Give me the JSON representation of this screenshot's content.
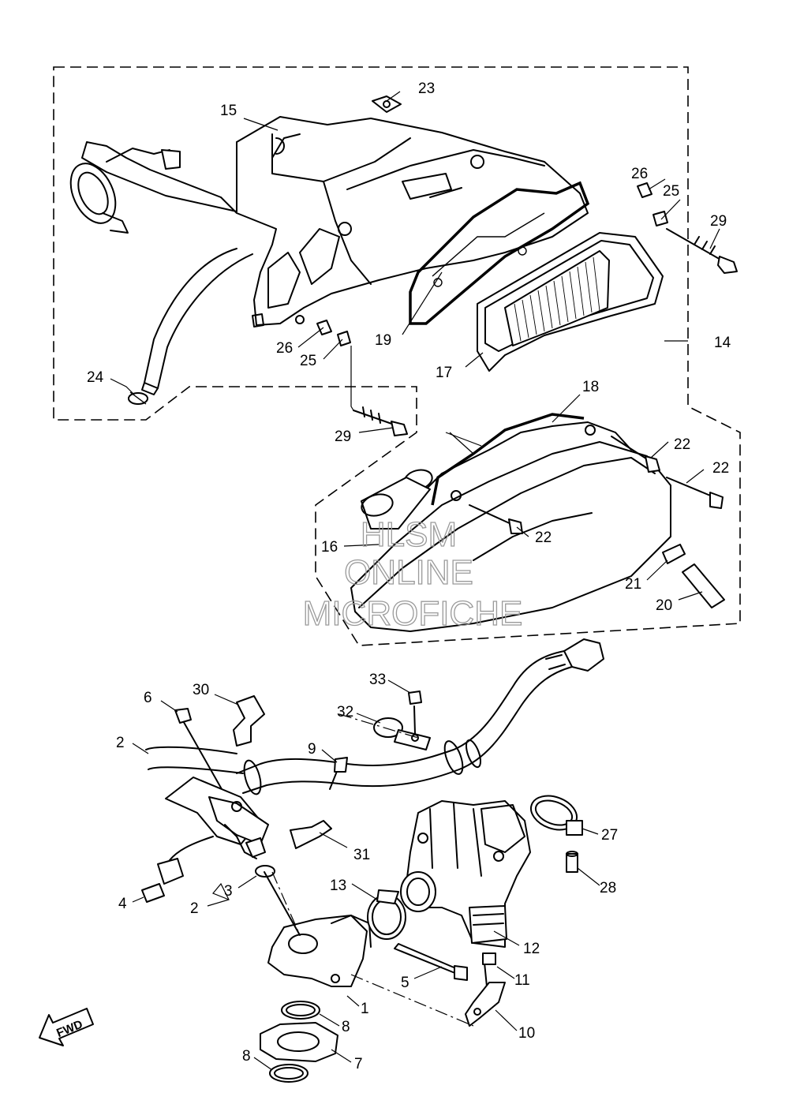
{
  "watermark": {
    "line1": "HLSM",
    "line2": "ONLINE",
    "line3": "MICROFICHE"
  },
  "direction_badge": {
    "label": "FWD",
    "icon": "arrow-forward-icon"
  },
  "callouts": {
    "c1": "1",
    "c2a": "2",
    "c2b": "2",
    "c3": "3",
    "c4": "4",
    "c5": "5",
    "c6": "6",
    "c7": "7",
    "c8a": "8",
    "c8b": "8",
    "c9": "9",
    "c10": "10",
    "c11": "11",
    "c12": "12",
    "c13": "13",
    "c14": "14",
    "c15": "15",
    "c16": "16",
    "c17": "17",
    "c18": "18",
    "c19": "19",
    "c20": "20",
    "c21": "21",
    "c22a": "22",
    "c22b": "22",
    "c22c": "22",
    "c23": "23",
    "c24": "24",
    "c25a": "25",
    "c25b": "25",
    "c26a": "26",
    "c26b": "26",
    "c27": "27",
    "c28": "28",
    "c29a": "29",
    "c29b": "29",
    "c30": "30",
    "c31": "31",
    "c32": "32",
    "c33": "33"
  }
}
